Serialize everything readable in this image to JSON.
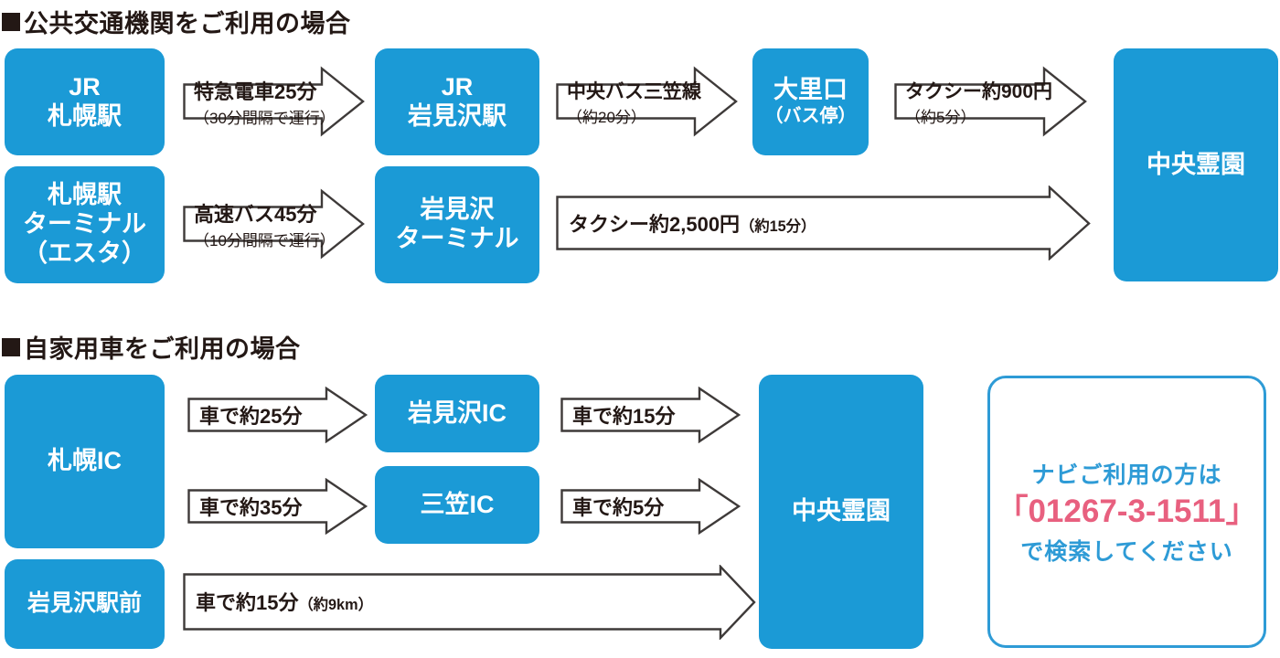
{
  "page": {
    "background": "#ffffff",
    "accent_blue": "#1B9AD6",
    "navi_border_blue": "#2E9BD6",
    "navi_text_blue": "#2E9BD6",
    "navi_phone_pink": "#E8607F",
    "ink": "#231815"
  },
  "sections": [
    {
      "id": "public-transport",
      "heading": "公共交通機関をご利用の場合"
    },
    {
      "id": "private-car",
      "heading": "自家用車をご利用の場合"
    }
  ],
  "public_transport": {
    "nodes": {
      "jr_sapporo": {
        "main": "JR\n札幌駅"
      },
      "jr_iwamizawa": {
        "main": "JR\n岩見沢駅"
      },
      "sapporo_terminal": {
        "main": "札幌駅\nターミナル\n（エスタ）"
      },
      "iwamizawa_terminal": {
        "main": "岩見沢\nターミナル"
      },
      "oosatoguchi": {
        "main": "大里口",
        "sub": "（バス停）"
      },
      "chuo_reien": {
        "main": "中央霊園"
      }
    },
    "arrows": {
      "limited_express": {
        "line1": "特急電車25分",
        "line2": "（30分間隔で運行）"
      },
      "chuo_bus": {
        "line1": "中央バス三笠線",
        "line2": "（約20分）"
      },
      "taxi_900": {
        "line1": "タクシー約900円",
        "line2": "（約5分）"
      },
      "highway_bus": {
        "line1": "高速バス45分",
        "line2": "（10分間隔で運行）"
      },
      "taxi_2500": {
        "main": "タクシー約2,500円",
        "small": "（約15分）"
      }
    }
  },
  "private_car": {
    "nodes": {
      "sapporo_ic": {
        "main": "札幌IC"
      },
      "iwamizawa_ic": {
        "main": "岩見沢IC"
      },
      "mikasa_ic": {
        "main": "三笠IC"
      },
      "iwamizawa_ekimae": {
        "main": "岩見沢駅前"
      },
      "chuo_reien": {
        "main": "中央霊園"
      }
    },
    "arrows": {
      "car_25": {
        "line1": "車で約25分"
      },
      "car_35": {
        "line1": "車で約35分"
      },
      "car_15_top": {
        "line1": "車で約15分"
      },
      "car_5": {
        "line1": "車で約5分"
      },
      "car_15_long": {
        "main": "車で約15分",
        "small": "（約9km）"
      }
    }
  },
  "navi_box": {
    "line1": "ナビご利用の方は",
    "phone": "「01267-3-1511」",
    "line3": "で検索してください"
  }
}
